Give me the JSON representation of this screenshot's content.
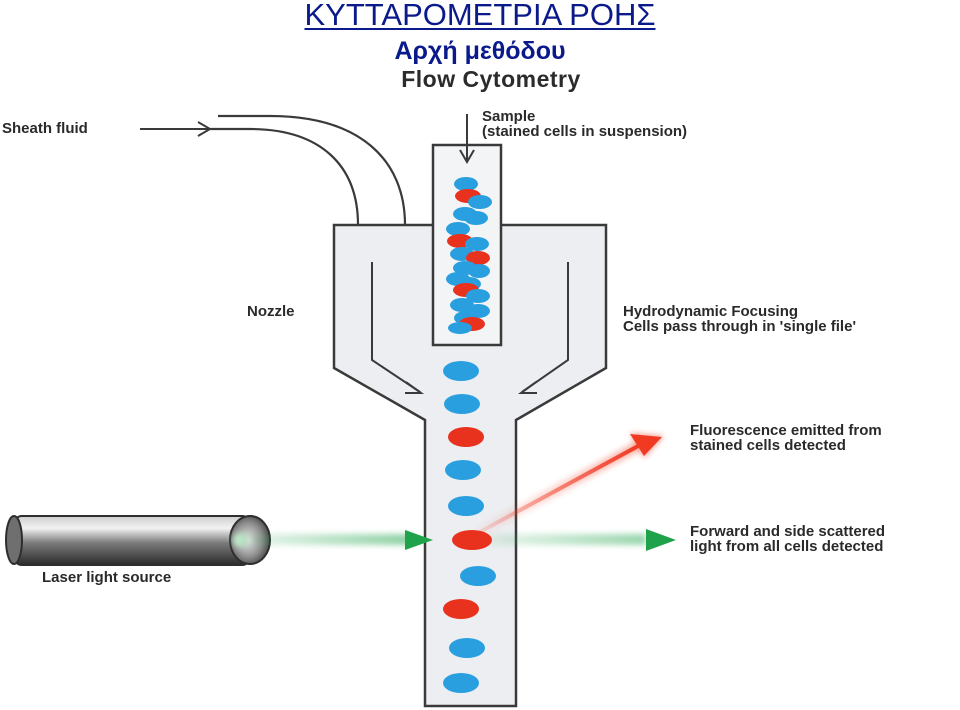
{
  "header": {
    "title": "ΚΥΤΤΑΡΟΜΕΤΡΙΑ ΡΟΗΣ",
    "subtitle": "Αρχή μεθόδου"
  },
  "diagram": {
    "title": "Flow Cytometry",
    "labels": {
      "sheath_fluid": "Sheath fluid",
      "sample": "Sample",
      "sample_note": "(stained cells in suspension)",
      "nozzle": "Nozzle",
      "hydro_title": "Hydrodynamic Focusing",
      "hydro_note": "Cells pass through in 'single file'",
      "fluor_line1": "Fluorescence emitted from",
      "fluor_line2": "stained cells detected",
      "scatter_line1": "Forward and side scattered",
      "scatter_line2": "light from all cells detected",
      "laser": "Laser light source"
    },
    "colors": {
      "cell_blue": "#2a9fe0",
      "cell_red": "#e8321e",
      "laser_green": "#1fa34a",
      "fluor_red": "#f03a22",
      "tube_fill": "#eceef1",
      "outline": "#3a3a3a"
    }
  }
}
